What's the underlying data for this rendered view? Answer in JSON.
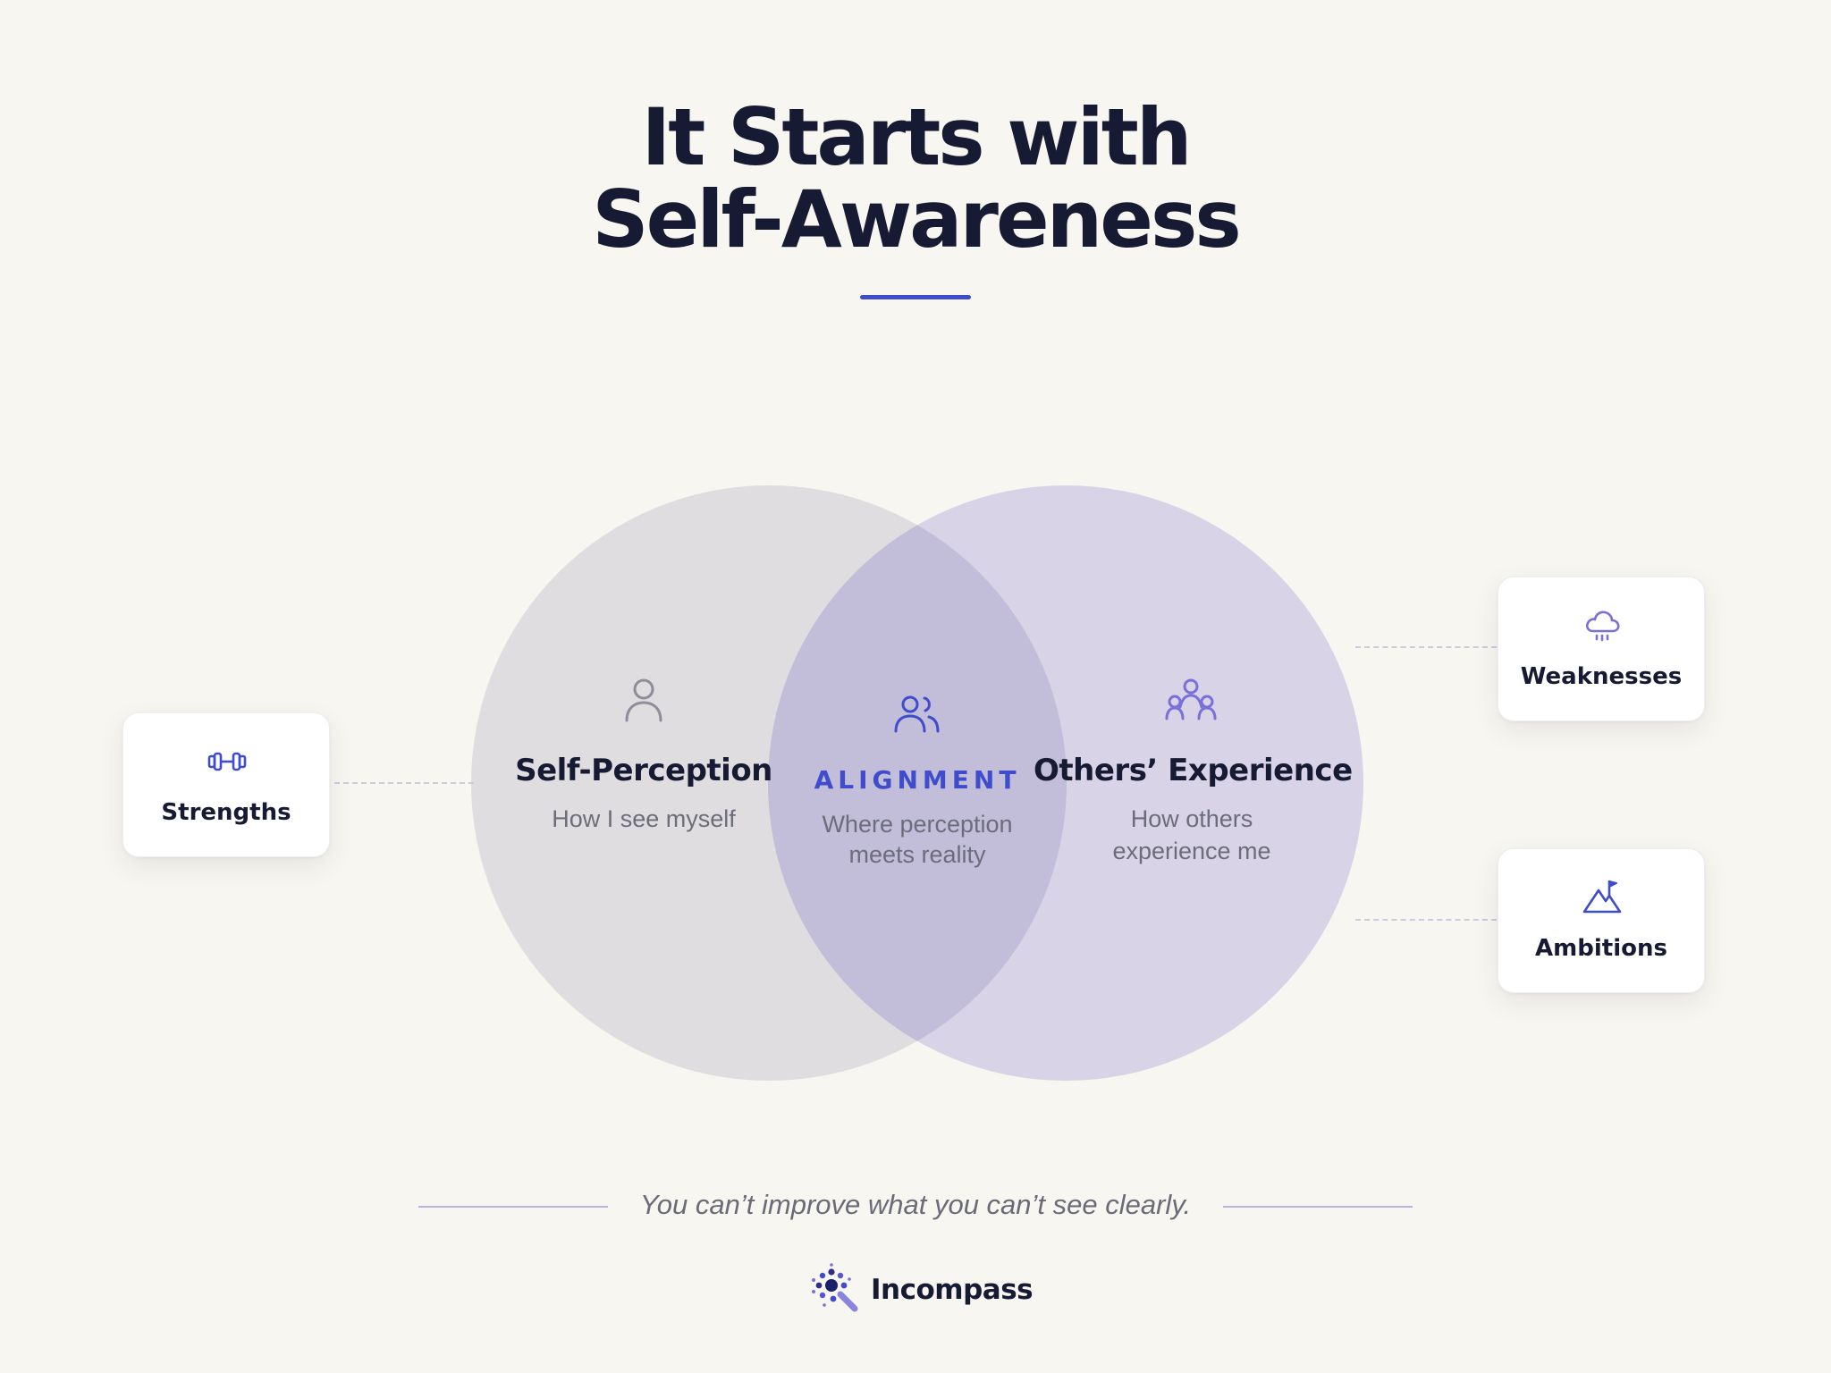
{
  "title": {
    "line1": "It Starts with",
    "line2": "Self-Awareness"
  },
  "venn": {
    "left": {
      "title": "Self-Perception",
      "subtitle": "How I see myself",
      "icon": "person-icon",
      "color": "#dfdde0"
    },
    "center": {
      "title": "ALIGNMENT",
      "subtitle_line1": "Where perception",
      "subtitle_line2": "meets reality",
      "icon": "two-people-icon",
      "color": "#c2bdd8"
    },
    "right": {
      "title": "Others’ Experience",
      "subtitle_line1": "How others",
      "subtitle_line2": "experience me",
      "icon": "group-icon",
      "color": "#d8d3e6"
    }
  },
  "cards": {
    "strengths": {
      "label": "Strengths",
      "icon": "dumbbell-icon"
    },
    "weaknesses": {
      "label": "Weaknesses",
      "icon": "rain-cloud-icon"
    },
    "ambitions": {
      "label": "Ambitions",
      "icon": "mountain-flag-icon"
    }
  },
  "quote": "You can’t improve what you can’t see clearly.",
  "brand": {
    "name": "Incompass",
    "accent": "#3f4ccc",
    "background": "#f8f6f0",
    "text": "#161a33"
  }
}
